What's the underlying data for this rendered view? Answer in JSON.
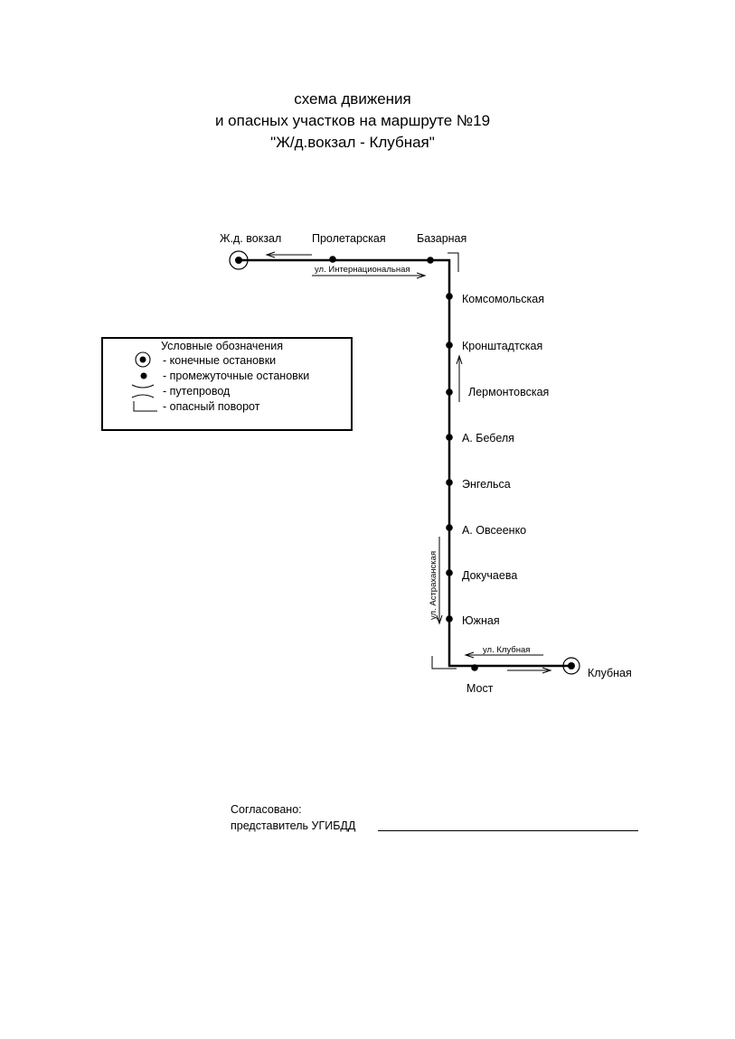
{
  "title": {
    "line1": "схема движения",
    "line2": "и опасных участков на маршруте №19",
    "line3": "\"Ж/д.вокзал -  Клубная\""
  },
  "stops": {
    "zhd_vokzal": "Ж.д. вокзал",
    "proletarskaya": "Пролетарская",
    "bazarnaya": "Базарная",
    "komsomolskaya": "Комсомольская",
    "kronshtadtskaya": "Кронштадтская",
    "lermontovskaya": "Лермонтовская",
    "a_bebelya": "А. Бебеля",
    "engelsa": "Энгельса",
    "a_ovseenko": "А. Овсеенко",
    "dokuchaeva": "Докучаева",
    "yuzhnaya": "Южная",
    "most": "Мост",
    "klubnaya": "Клубная"
  },
  "streets": {
    "internatsionalnaya": "ул. Интернациональная",
    "astrakhanskaya": "ул. Астраханская",
    "klubnaya": "ул.  Клубная"
  },
  "legend": {
    "title": "Условные обозначения",
    "terminal": "- конечные остановки",
    "intermediate": "- промежуточные остановки",
    "overpass": "- путепровод",
    "dangerous_turn": "- опасный поворот"
  },
  "approval": {
    "agreed": "Согласовано:",
    "representative": "представитель УГИБДД"
  }
}
